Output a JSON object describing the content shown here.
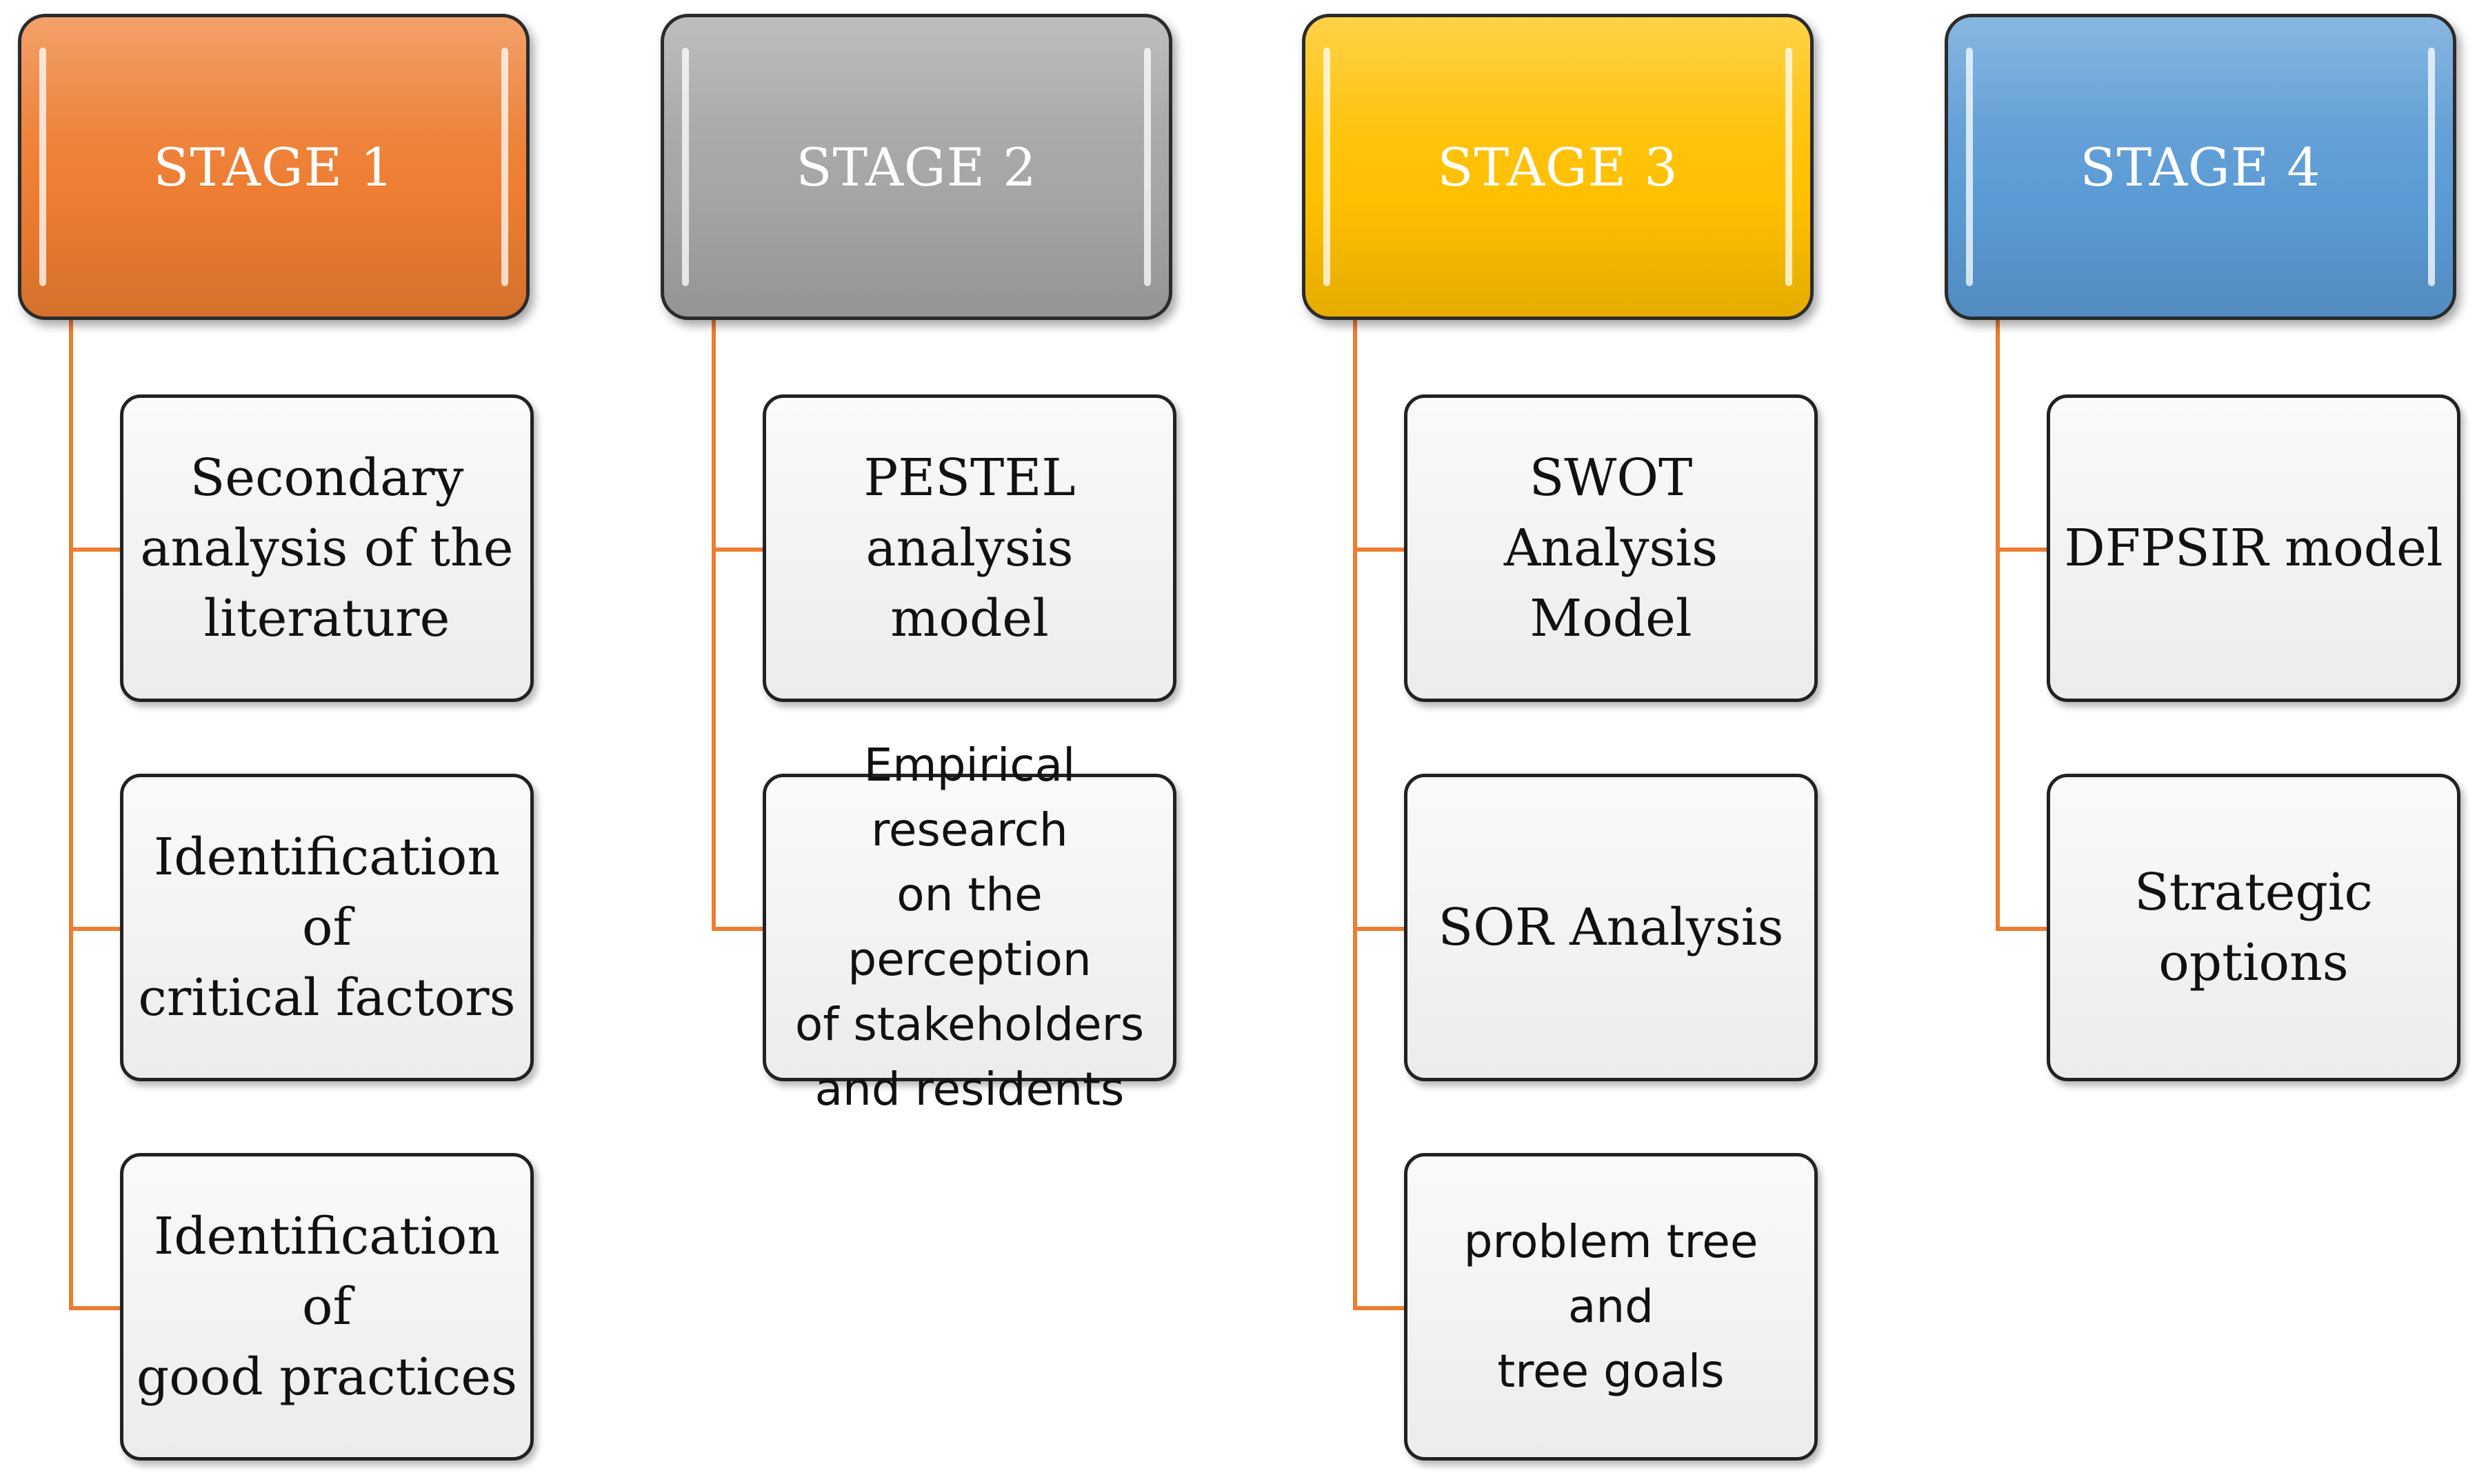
{
  "diagram": {
    "connector_color": "#ED7D31",
    "stages": [
      {
        "title": "STAGE 1",
        "color": "#ED7D31",
        "steps": [
          "Secondary analysis of the literature",
          "Identification of critical factors",
          "Identification of good practices"
        ]
      },
      {
        "title": "STAGE 2",
        "color": "#A5A5A5",
        "steps": [
          "PESTEL analysis model",
          "Empirical research on the perception of stakeholders and residents"
        ]
      },
      {
        "title": "STAGE 3",
        "color": "#FFC000",
        "steps": [
          "SWOT Analysis Model",
          "SOR Analysis",
          "problem tree and tree goals"
        ]
      },
      {
        "title": "STAGE 4",
        "color": "#5B9BD5",
        "steps": [
          "DFPSIR model",
          "Strategic options"
        ]
      }
    ]
  }
}
